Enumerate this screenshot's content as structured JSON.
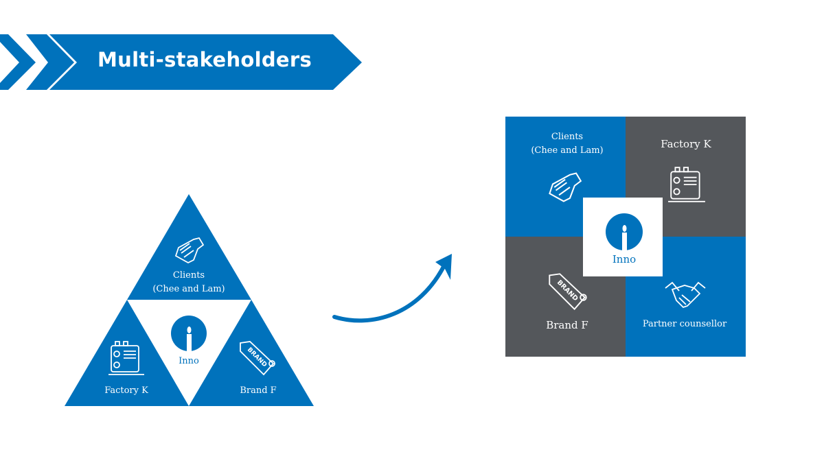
{
  "header": {
    "title": "Multi-stakeholders"
  },
  "triangle": {
    "top": {
      "line1": "Clients",
      "line2": "(Chee and Lam)"
    },
    "left": {
      "label": "Factory K"
    },
    "right": {
      "label": "Brand F"
    },
    "center": {
      "label": "Inno"
    }
  },
  "grid": {
    "top_left": {
      "line1": "Clients",
      "line2": "(Chee and Lam)"
    },
    "top_right": {
      "label": "Factory K"
    },
    "bottom_left": {
      "label": "Brand F"
    },
    "bottom_right": {
      "label": "Partner counsellor"
    },
    "center": {
      "label": "Inno"
    }
  },
  "colors": {
    "blue": "#0072bc",
    "gray": "#54575b"
  }
}
